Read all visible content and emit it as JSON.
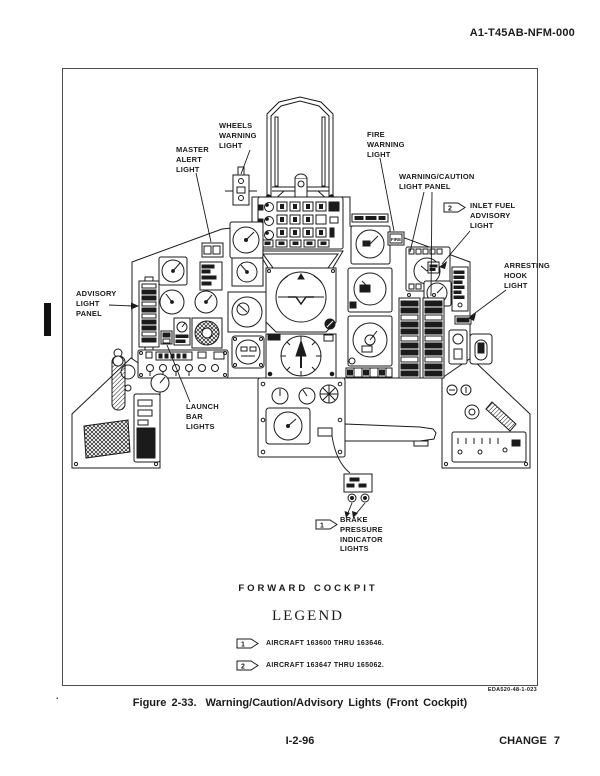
{
  "page": {
    "doc_number": "A1-T45AB-NFM-000",
    "caption_label": "Figure 2-33.",
    "caption_text": "Warning/Caution/Advisory Lights (Front Cockpit)",
    "page_number": "I-2-96",
    "change_notice": "CHANGE 7",
    "stray_mark": "."
  },
  "figure": {
    "plate_code": "EDA520-48-1-023",
    "panel_name": "FORWARD COCKPIT",
    "fire_box_label": "FIRE",
    "callouts": {
      "wheels": {
        "text": "WHEELS\nWARNING\nLIGHT"
      },
      "master": {
        "text": "MASTER\nALERT\nLIGHT"
      },
      "fire": {
        "text": "FIRE\nWARNING\nLIGHT"
      },
      "warning_caution": {
        "text": "WARNING/CAUTION\nLIGHT PANEL"
      },
      "inlet_fuel": {
        "flag": "2",
        "text": "INLET FUEL\nADVISORY\nLIGHT"
      },
      "arresting_hook": {
        "text": "ARRESTING\nHOOK\nLIGHT"
      },
      "advisory": {
        "text": "ADVISORY\nLIGHT\nPANEL"
      },
      "launch_bar": {
        "text": "LAUNCH\nBAR\nLIGHTS"
      },
      "brake": {
        "flag": "1",
        "text": "BRAKE\nPRESSURE\nINDICATOR\nLIGHTS"
      }
    },
    "legend": {
      "title": "LEGEND",
      "items": [
        {
          "flag": "1",
          "text": "AIRCRAFT 163600 THRU 163646."
        },
        {
          "flag": "2",
          "text": "AIRCRAFT 163647 THRU 165062."
        }
      ]
    }
  },
  "colors": {
    "ink": "#1b1b1b",
    "frame_gray": "#4d4d4d"
  }
}
